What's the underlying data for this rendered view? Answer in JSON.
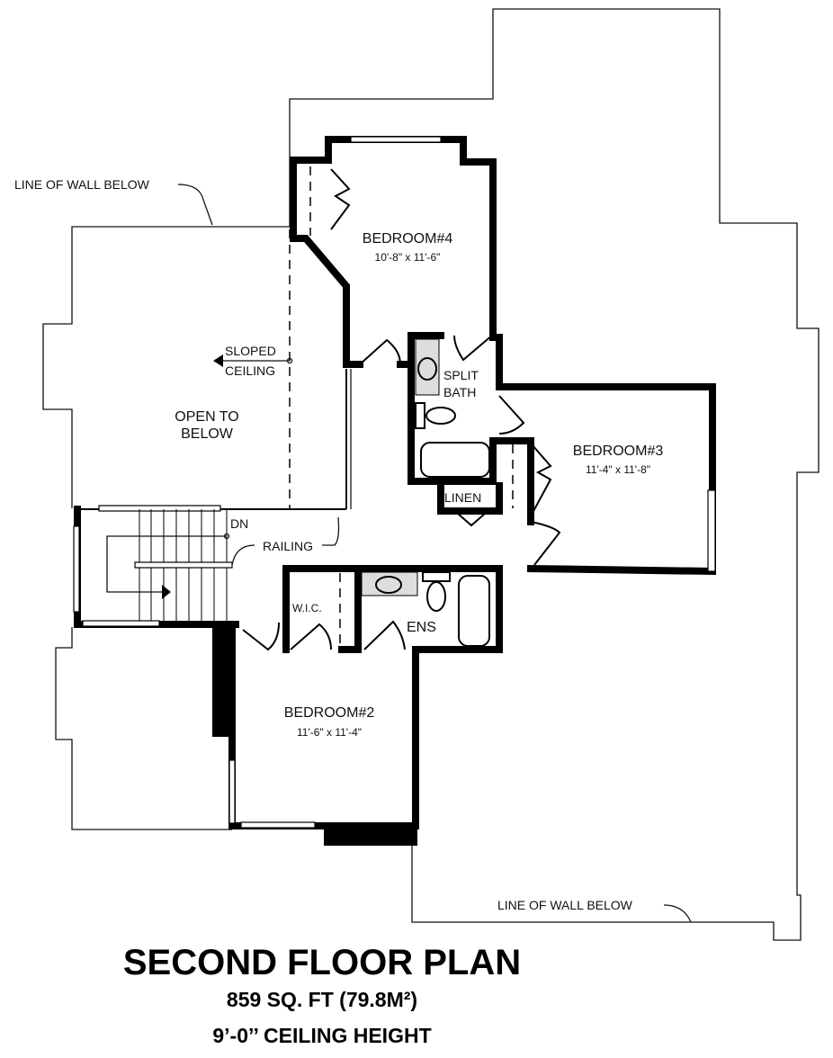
{
  "notes": {
    "wall_below_top": "LINE OF WALL BELOW",
    "wall_below_bottom": "LINE OF WALL BELOW",
    "sloped1": "SLOPED",
    "sloped2": "CEILING",
    "open1": "OPEN TO",
    "open2": "BELOW",
    "dn": "DN",
    "railing": "RAILING"
  },
  "rooms": {
    "bed4": {
      "name": "BEDROOM#4",
      "dims": "10'-8\" x 11'-6\""
    },
    "bed3": {
      "name": "BEDROOM#3",
      "dims": "11'-4\" x 11'-8\""
    },
    "bed2": {
      "name": "BEDROOM#2",
      "dims": "11'-6\" x 11'-4\""
    },
    "split1": "SPLIT",
    "split2": "BATH",
    "linen": "LINEN",
    "wic": "W.I.C.",
    "ens": "ENS"
  },
  "title": {
    "main": "SECOND FLOOR PLAN",
    "area": "859 SQ. FT (79.8M²)",
    "ceiling": "9’-0’’ CEILING HEIGHT"
  }
}
